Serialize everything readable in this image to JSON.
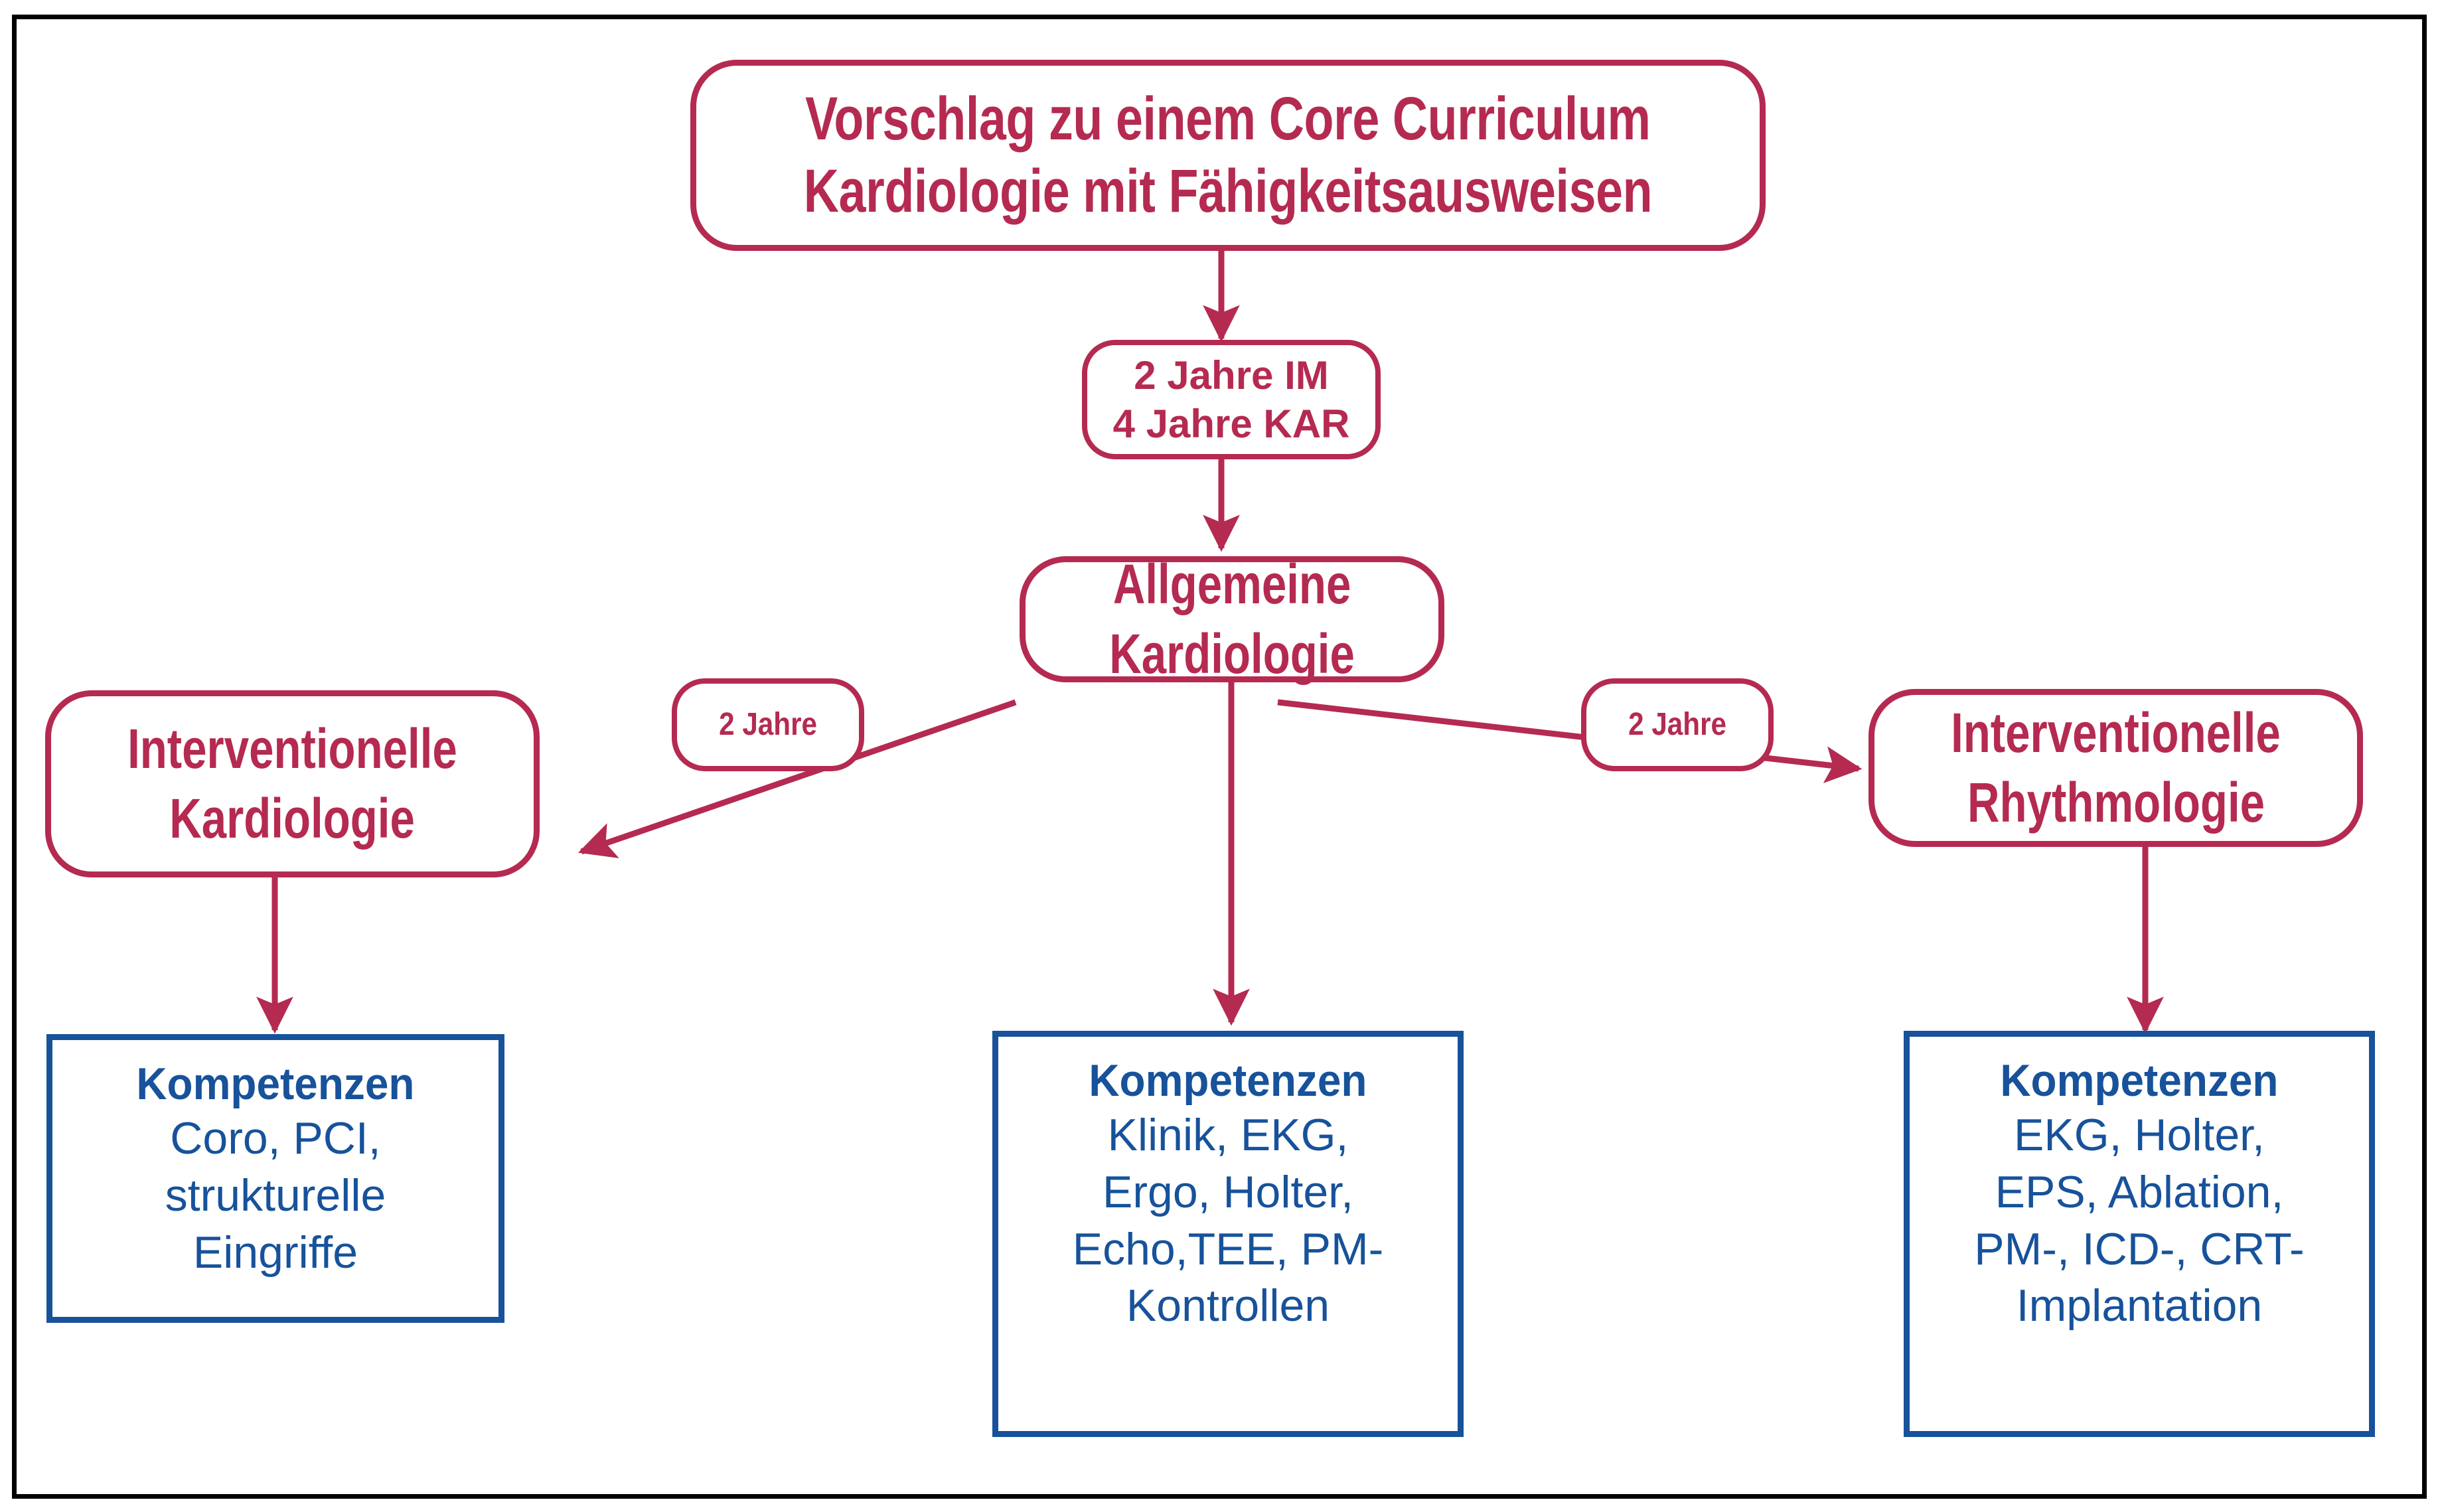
{
  "diagram": {
    "title_node": {
      "lines": [
        "Vorschlag zu einem Core Curriculum",
        "Kardiologie mit Fähigkeitsausweisen"
      ]
    },
    "duration_node": {
      "lines": [
        "2 Jahre IM",
        "4 Jahre KAR"
      ]
    },
    "general_node": {
      "lines": [
        "Allgemeine",
        "Kardiologie"
      ]
    },
    "left_branch": {
      "lines": [
        "Interventionelle",
        "Kardiologie"
      ]
    },
    "right_branch": {
      "lines": [
        "Interventionelle",
        "Rhythmologie"
      ]
    },
    "left_tag": {
      "label": "2 Jahre"
    },
    "right_tag": {
      "label": "2 Jahre"
    },
    "competencies": {
      "left": {
        "heading": "Kompetenzen",
        "lines": [
          "Coro, PCI,",
          "strukturelle",
          "Eingriffe"
        ]
      },
      "middle": {
        "heading": "Kompetenzen",
        "lines": [
          "Klinik, EKG,",
          "Ergo, Holter,",
          "Echo,TEE, PM-",
          "Kontrollen"
        ]
      },
      "right": {
        "heading": "Kompetenzen",
        "lines": [
          "EKG, Holter,",
          "EPS, Ablation,",
          "PM-, ICD-, CRT-",
          "Implantation"
        ]
      }
    },
    "colors": {
      "crimson": "#b52a50",
      "blue": "#17529b",
      "frame": "#000000",
      "background": "#ffffff"
    }
  }
}
